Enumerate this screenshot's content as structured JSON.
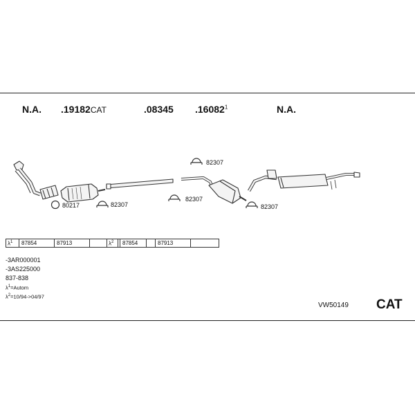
{
  "labels": {
    "part1": "N.A.",
    "part2_main": ".19182",
    "part2_suffix": "CAT",
    "part3": ".08345",
    "part4_main": ".16082",
    "part4_sup": "1",
    "part5": "N.A."
  },
  "small_parts": {
    "gasket": "80217",
    "clamp_a": "82307",
    "clamp_b": "82307",
    "clamp_c": "82307",
    "clamp_d": "82307"
  },
  "table_left": {
    "lambda": "λ",
    "sup": "1",
    "c1": "87854",
    "c2": "87913",
    "c3": "",
    "c4": ""
  },
  "table_right": {
    "lambda": "λ",
    "sup": "2",
    "c1": "87854",
    "c2": "87913",
    "c3": ""
  },
  "notes": {
    "line1": "-3AR000001",
    "line2": "-3AS225000",
    "line3": "837-838",
    "line4_lambda": "λ",
    "line4_sup": "1",
    "line4_text": "=Autom",
    "line5_lambda": "λ",
    "line5_sup": "2",
    "line5_text": "=10/94->04/97"
  },
  "footer": {
    "set_code": "VW50149",
    "badge": "CAT"
  },
  "colors": {
    "line": "#333333",
    "fill": "#f4f4f4",
    "text": "#111111"
  }
}
